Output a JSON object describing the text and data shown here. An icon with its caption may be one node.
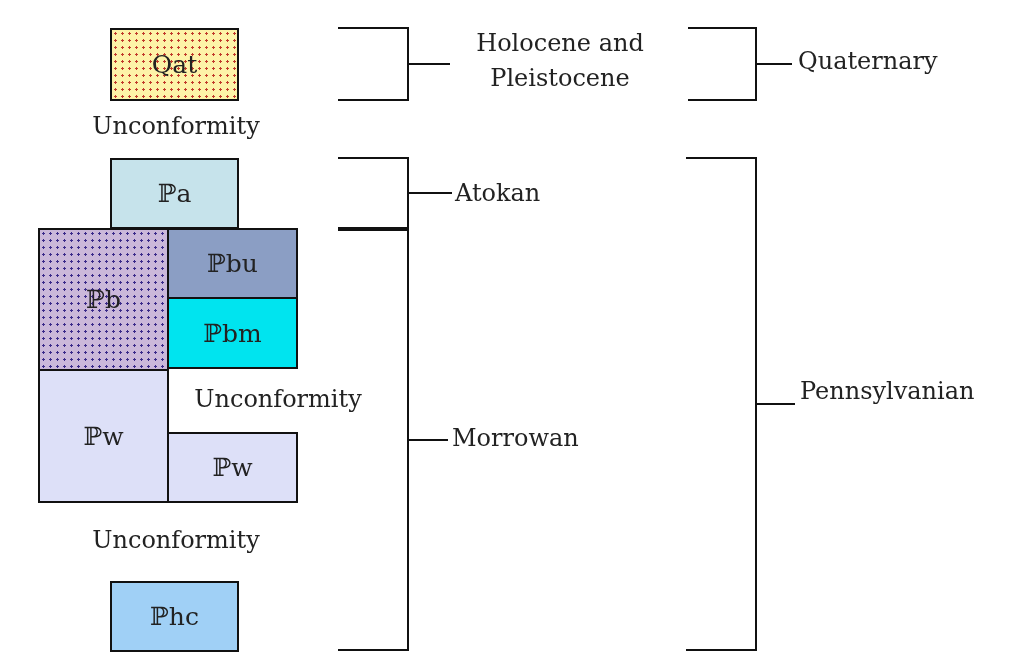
{
  "diagram": {
    "nodes": [
      {
        "text": [
          "Qat"
        ]
      },
      {
        "text": [
          "ℙa"
        ]
      },
      {
        "text": [
          "ℙb"
        ]
      },
      {
        "text": [
          "ℙbu"
        ]
      },
      {
        "text": [
          "ℙbm"
        ]
      },
      {
        "text": [
          "ℙw"
        ]
      },
      {
        "text": [
          "ℙw"
        ]
      },
      {
        "text": [
          "ℙhc"
        ]
      }
    ],
    "edges": [],
    "labels": [
      "Holocene and Pleistocene",
      "Quaternary",
      "Unconformity",
      "Atokan",
      "Unconformity",
      "Pennsylvanian",
      "Morrowan",
      "Unconformity"
    ]
  }
}
